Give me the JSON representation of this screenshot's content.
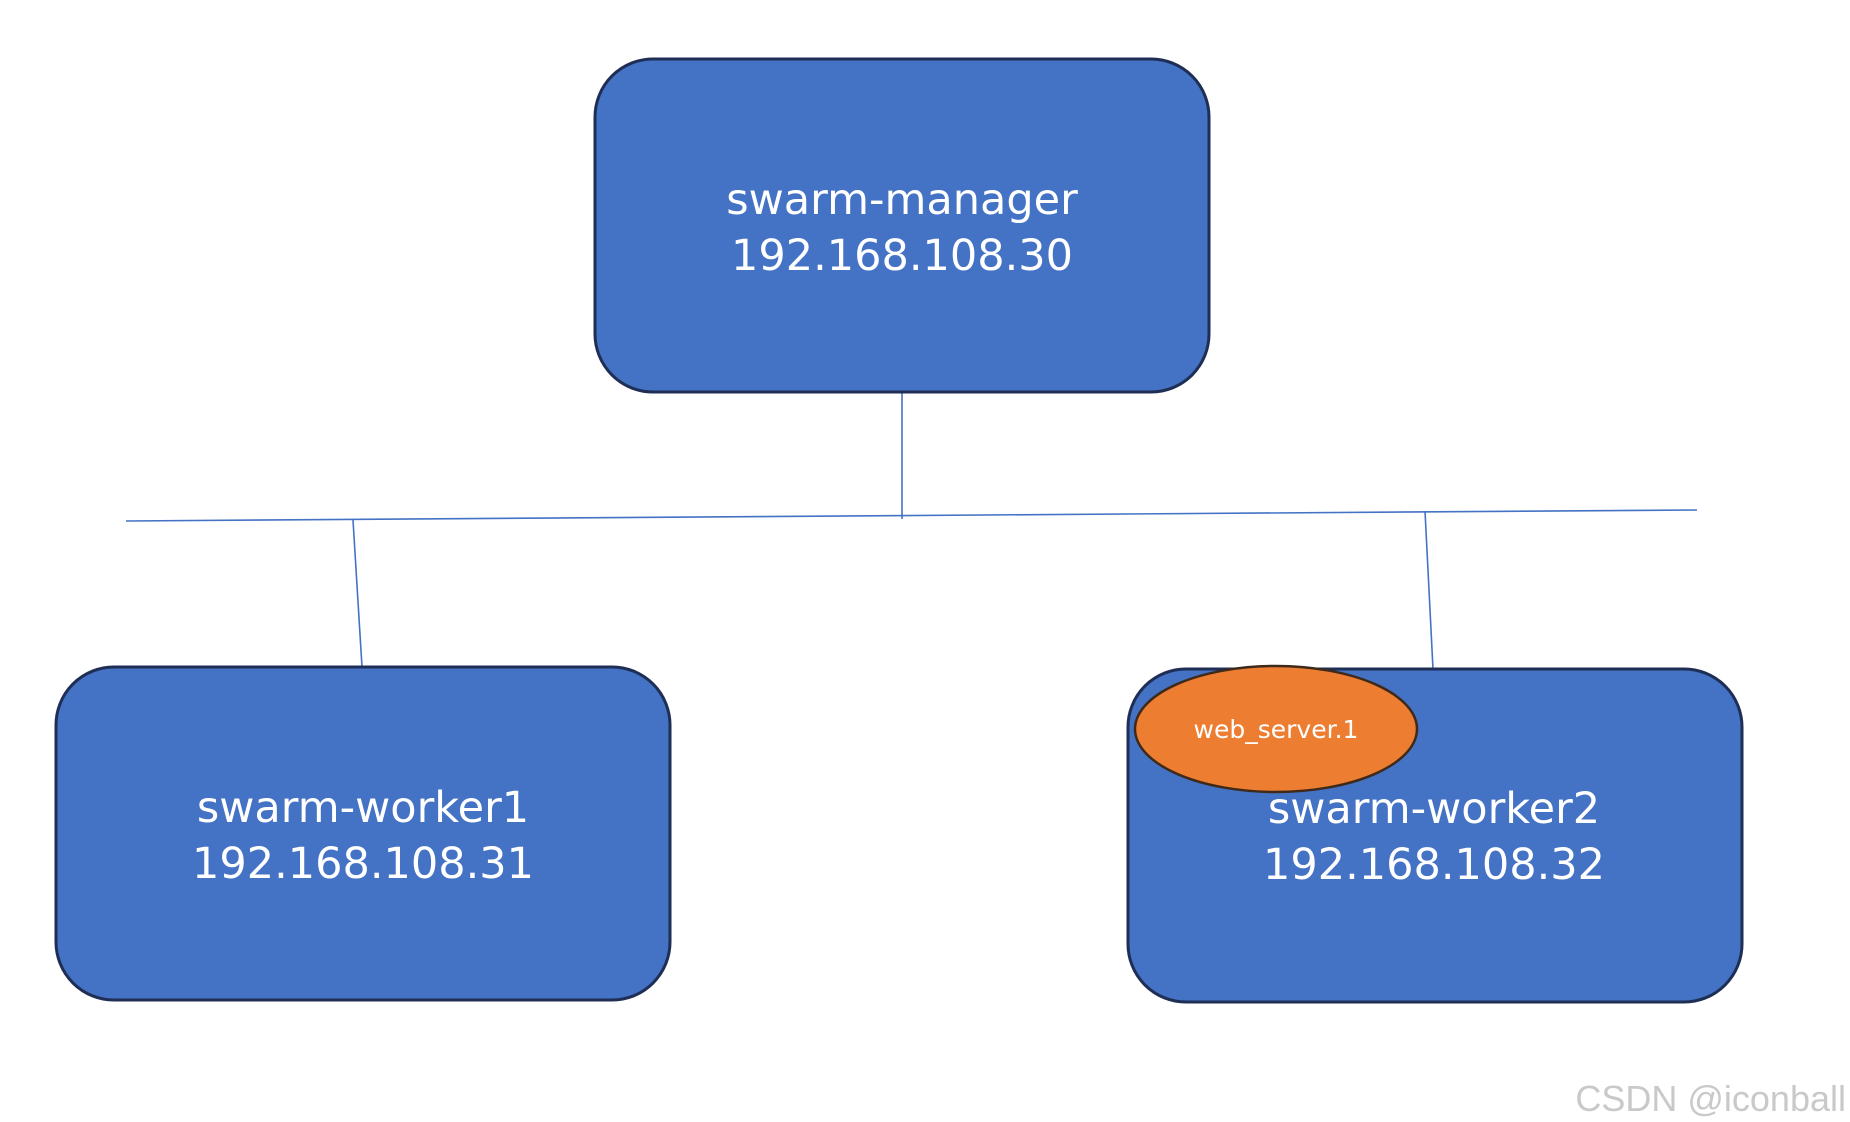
{
  "nodes": {
    "manager": {
      "name": "swarm-manager",
      "ip": "192.168.108.30"
    },
    "worker1": {
      "name": "swarm-worker1",
      "ip": "192.168.108.31"
    },
    "worker2": {
      "name": "swarm-worker2",
      "ip": "192.168.108.32"
    }
  },
  "task": {
    "label": "web_server.1"
  },
  "watermark": "CSDN @iconball",
  "colors": {
    "node_fill": "#4472C4",
    "node_border": "#1F2E55",
    "link": "#4472C4",
    "task_fill": "#ED7D31",
    "task_border": "#3F2A1A"
  }
}
